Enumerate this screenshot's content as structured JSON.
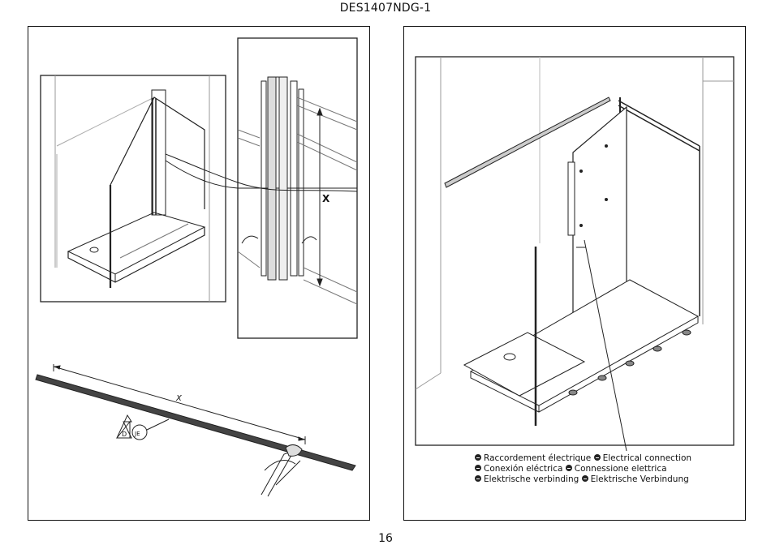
{
  "document": {
    "code": "DES1407NDG-1",
    "page_number": "16"
  },
  "left_panel": {
    "dimension_label": "X",
    "cut_length_label": "X",
    "symbols": [
      "D",
      "JE"
    ]
  },
  "right_panel": {
    "legend": [
      [
        "Raccordement électrique",
        "Electrical connection"
      ],
      [
        "Conexión eléctrica",
        "Connessione elettrica"
      ],
      [
        "Elektrische verbinding",
        "Elektrische Verbindung"
      ]
    ]
  }
}
